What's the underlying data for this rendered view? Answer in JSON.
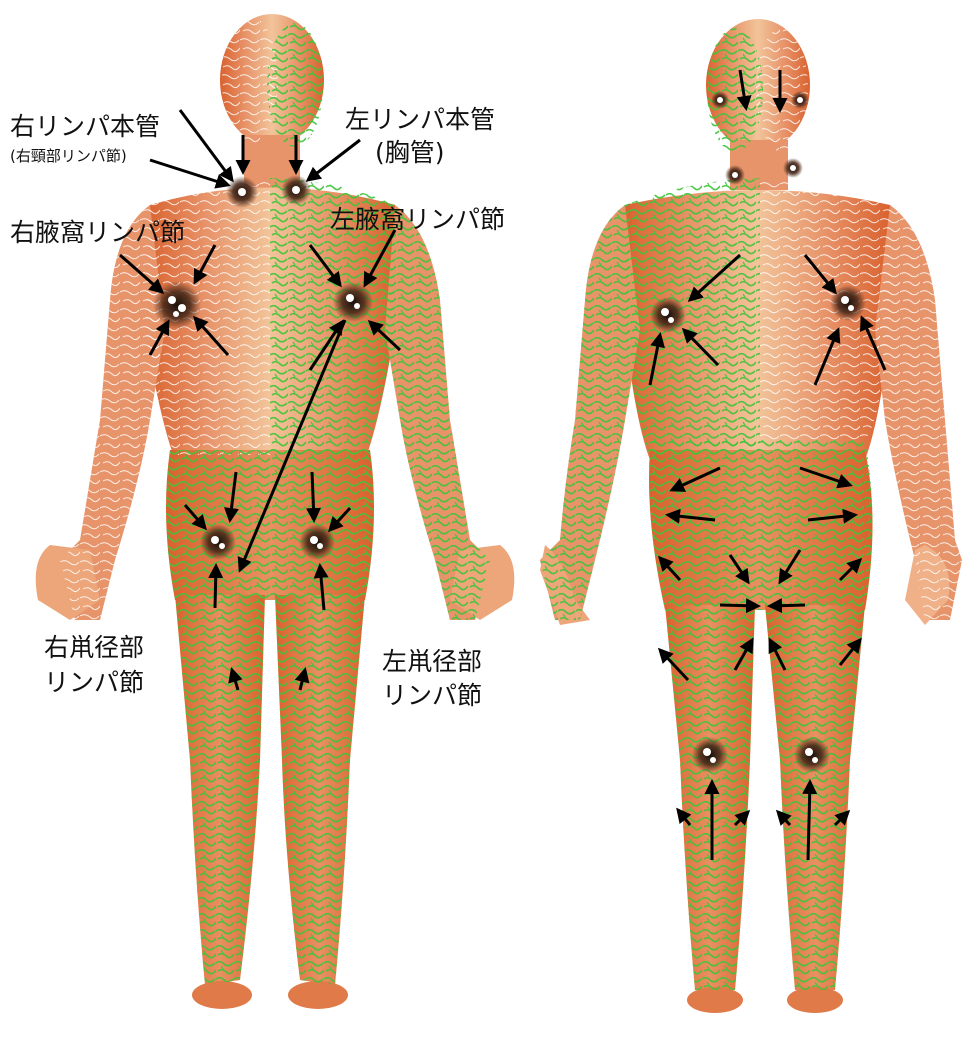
{
  "labels": {
    "right_lymph_duct": "右リンパ本管",
    "right_lymph_duct_sub": "(右頸部リンパ節)",
    "left_lymph_duct": "左リンパ本管",
    "left_lymph_duct_sub": "(胸管)",
    "right_axillary": "右腋窩リンパ節",
    "left_axillary": "左腋窩リンパ節",
    "right_inguinal_1": "右鼡径部",
    "right_inguinal_2": "リンパ節",
    "left_inguinal_1": "左鼡径部",
    "left_inguinal_2": "リンパ節"
  },
  "colors": {
    "skin_light": "#f2c49a",
    "skin_mid": "#e8946a",
    "skin_dark": "#d9622f",
    "lymph_green": "#3fc43a",
    "vessel_white": "#ffffff",
    "arrow": "#000000",
    "node_dark": "#2a1a12"
  },
  "views": [
    "front",
    "back"
  ]
}
